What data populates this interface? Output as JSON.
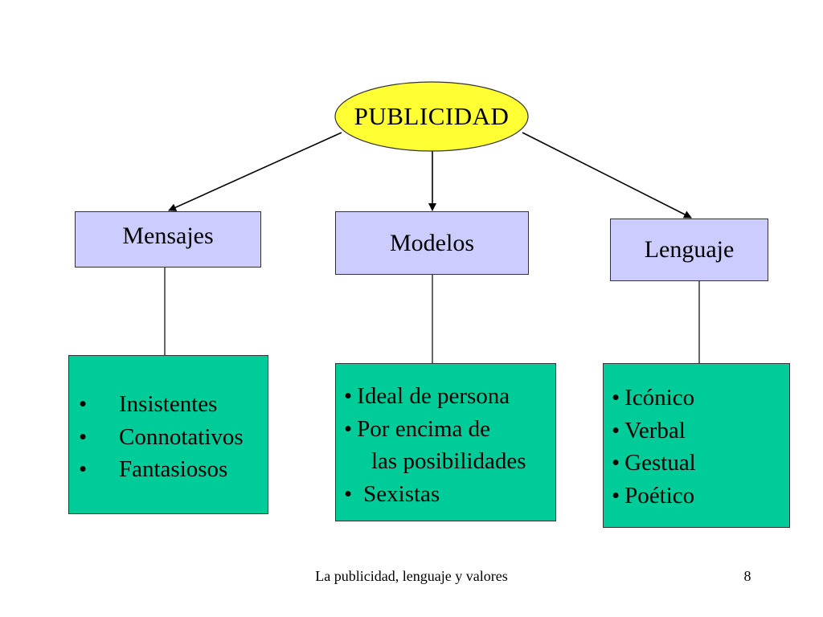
{
  "root": {
    "label": "PUBLICIDAD",
    "fill_color": "#ffff33"
  },
  "categories": [
    {
      "label": "Mensajes",
      "items": [
        "Insistentes",
        "Connotativos",
        "Fantasiosos"
      ]
    },
    {
      "label": "Modelos",
      "items": [
        "Ideal de persona",
        "Por encima de",
        "las posibilidades",
        "Sexistas"
      ]
    },
    {
      "label": "Lenguaje",
      "items": [
        "Icónico",
        "Verbal",
        "Gestual",
        "Poético"
      ]
    }
  ],
  "bullet_symbol": "•",
  "colors": {
    "category_fill": "#ccccff",
    "detail_fill": "#00cc99"
  },
  "footer": {
    "title": "La publicidad, lenguaje y valores",
    "page_number": "8"
  }
}
